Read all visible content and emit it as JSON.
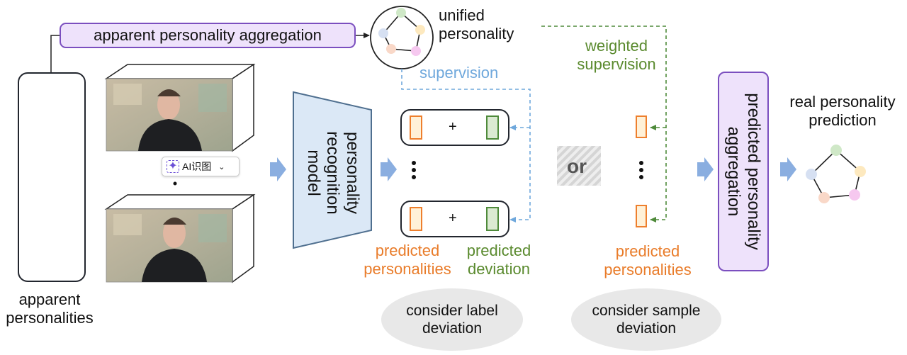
{
  "labels": {
    "apparent_personality_aggregation": "apparent personality aggregation",
    "unified_personality": "unified\npersonality",
    "supervision": "supervision",
    "weighted_supervision": "weighted\nsupervision",
    "apparent_personalities": "apparent\npersonalities",
    "personality_recognition_model": "personality\nrecognition\nmodel",
    "predicted_personalities_1": "predicted\npersonalities",
    "predicted_deviation": "predicted\ndeviation",
    "predicted_personalities_2": "predicted\npersonalities",
    "or": "or",
    "predicted_personality_aggregation": "predicted personality\naggregation",
    "real_personality_prediction": "real personality\nprediction",
    "consider_label_deviation": "consider label\ndeviation",
    "consider_sample_deviation": "consider sample\ndeviation",
    "plus": "+",
    "ai_chip": "AI识图"
  },
  "colors": {
    "purple_fill": "#eee2fb",
    "purple_border": "#7b4fbf",
    "orange": "#e97c2a",
    "green": "#5a8a2e",
    "blue": "#6fa8dc",
    "model_fill": "#dbe8f6",
    "node_green": "#cfe8c7",
    "node_yellow": "#fde9bf",
    "node_pink": "#f6c8ef",
    "node_peach": "#f9d8c8",
    "node_blue": "#d6e0f2"
  },
  "icons": [
    "sparkle-icon",
    "chevron-down-icon",
    "arrow-right-icon",
    "video-frame-icon"
  ]
}
